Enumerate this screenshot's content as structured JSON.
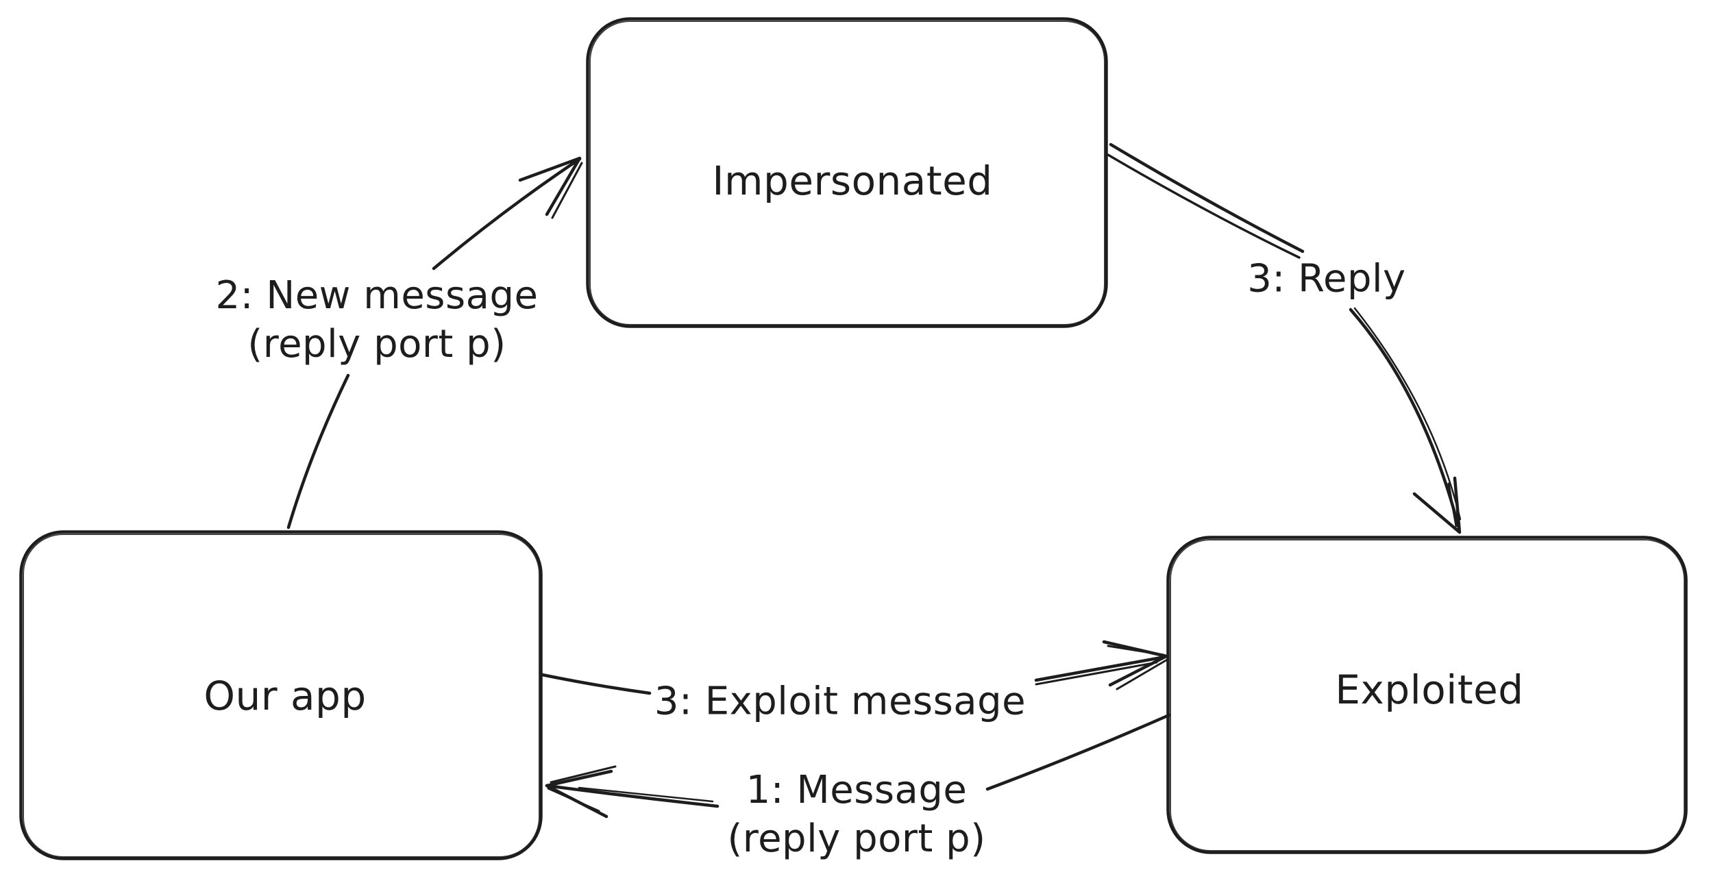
{
  "diagram": {
    "background_color": "#ffffff",
    "stroke_color": "#1d1d1d",
    "style": "hand-drawn whiteboard sketch",
    "nodes": [
      {
        "id": "impersonated",
        "label": "Impersonated"
      },
      {
        "id": "our-app",
        "label": "Our app"
      },
      {
        "id": "exploited",
        "label": "Exploited"
      }
    ],
    "edges": [
      {
        "id": "new-message",
        "from": "our-app",
        "to": "impersonated",
        "label_line1": "2: New message",
        "label_line2": "(reply port p)"
      },
      {
        "id": "reply",
        "from": "impersonated",
        "to": "exploited",
        "label": "3: Reply"
      },
      {
        "id": "exploit-message",
        "from": "our-app",
        "to": "exploited",
        "label": "3: Exploit message"
      },
      {
        "id": "message",
        "from": "exploited",
        "to": "our-app",
        "label_line1": "1: Message",
        "label_line2": "(reply port p)"
      }
    ]
  }
}
